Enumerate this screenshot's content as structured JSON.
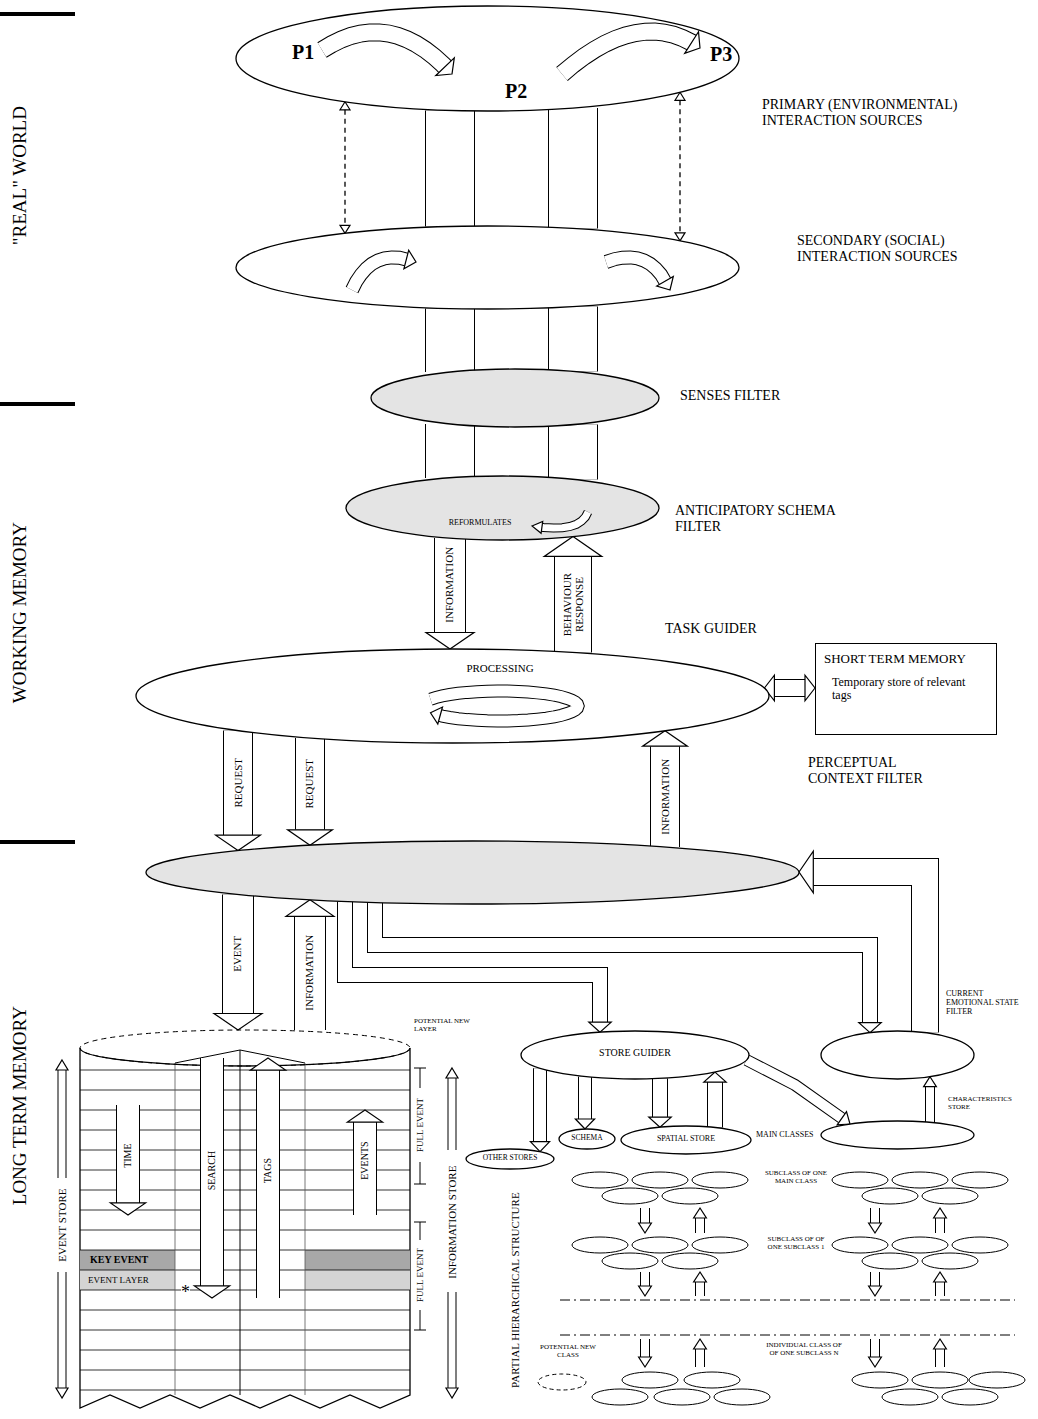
{
  "diagram": {
    "nodes": [
      {
        "text": [
          "P1",
          "P2",
          "P3",
          "PRIMARY (ENVIRONMENTAL) INTERACTION SOURCES"
        ]
      },
      {
        "text": [
          "SECONDARY (SOCIAL) INTERACTION SOURCES"
        ]
      },
      {
        "text": [
          "SENSES FILTER"
        ]
      },
      {
        "text": [
          "REFORMULATES",
          "ANTICIPATORY SCHEMA FILTER"
        ]
      },
      {
        "text": [
          "PROCESSING",
          "TASK GUIDER"
        ]
      },
      {
        "text": [
          "SHORT TERM MEMORY",
          "Temporary store of relevant tags"
        ]
      },
      {
        "text": [
          "PERCEPTUAL CONTEXT FILTER"
        ]
      },
      {
        "text": [
          "KEY EVENT",
          "EVENT LAYER",
          "TIME",
          "SEARCH",
          "TAGS",
          "EVENTS"
        ]
      },
      {
        "text": [
          "STORE GUIDER"
        ]
      },
      {
        "text": [
          "CURRENT EMOTIONAL STATE FILTER"
        ]
      },
      {
        "text": [
          "SPATIAL STORE"
        ]
      },
      {
        "text": [
          "SCHEMA"
        ]
      },
      {
        "text": [
          "OTHER STORES"
        ]
      },
      {
        "text": [
          "CHARACTERISTICS STORE"
        ]
      }
    ],
    "edges": [
      {
        "from": 0,
        "to": 1,
        "arrow": "both"
      },
      {
        "from": 0,
        "to": 1,
        "arrow": "both"
      },
      {
        "from": 0,
        "to": 1,
        "arrow": "none"
      },
      {
        "from": 0,
        "to": 1,
        "arrow": "none"
      },
      {
        "from": 1,
        "to": 2,
        "arrow": "none"
      },
      {
        "from": 1,
        "to": 2,
        "arrow": "none"
      },
      {
        "from": 2,
        "to": 3,
        "arrow": "none"
      },
      {
        "from": 2,
        "to": 3,
        "arrow": "none"
      },
      {
        "from": 3,
        "to": 4,
        "label": "INFORMATION",
        "arrow": "to"
      },
      {
        "from": 4,
        "to": 3,
        "label": "BEHAVIOUR RESPONSE",
        "arrow": "to"
      },
      {
        "from": 4,
        "to": 5,
        "arrow": "both"
      },
      {
        "from": 4,
        "to": 6,
        "label": "REQUEST",
        "arrow": "to"
      },
      {
        "from": 4,
        "to": 6,
        "label": "REQUEST",
        "arrow": "to"
      },
      {
        "from": 6,
        "to": 4,
        "label": "INFORMATION",
        "arrow": "to"
      },
      {
        "from": 6,
        "to": 7,
        "label": "EVENT",
        "arrow": "to"
      },
      {
        "from": 7,
        "to": 6,
        "label": "INFORMATION",
        "arrow": "to"
      },
      {
        "from": 6,
        "to": 8,
        "arrow": "to"
      },
      {
        "from": 6,
        "to": 9,
        "arrow": "to"
      },
      {
        "from": 9,
        "to": 6,
        "arrow": "to"
      },
      {
        "from": 8,
        "to": 12,
        "arrow": "to"
      },
      {
        "from": 8,
        "to": 11,
        "arrow": "to"
      },
      {
        "from": 8,
        "to": 10,
        "arrow": "to"
      },
      {
        "from": 10,
        "to": 8,
        "arrow": "to"
      },
      {
        "from": 8,
        "to": 13,
        "arrow": "to"
      },
      {
        "from": 13,
        "to": 9,
        "arrow": "to"
      }
    ],
    "labels": [
      "\"REAL\" WORLD",
      "WORKING MEMORY",
      "LONG TERM MEMORY",
      "POTENTIAL NEW LAYER",
      "EVENT STORE",
      "FULL EVENT",
      "FULL EVENT",
      "INFORMATION STORE",
      "*",
      "PARTIAL HIERARCHICAL STRUCTURE",
      "MAIN CLASSES",
      "SUBCLASS OF ONE MAIN CLASS",
      "SUBCLASS OF OF ONE SUBCLASS 1",
      "POTENTIAL NEW CLASS",
      "INDIVIDUAL CLASS OF OF ONE SUBCLASS N"
    ]
  }
}
